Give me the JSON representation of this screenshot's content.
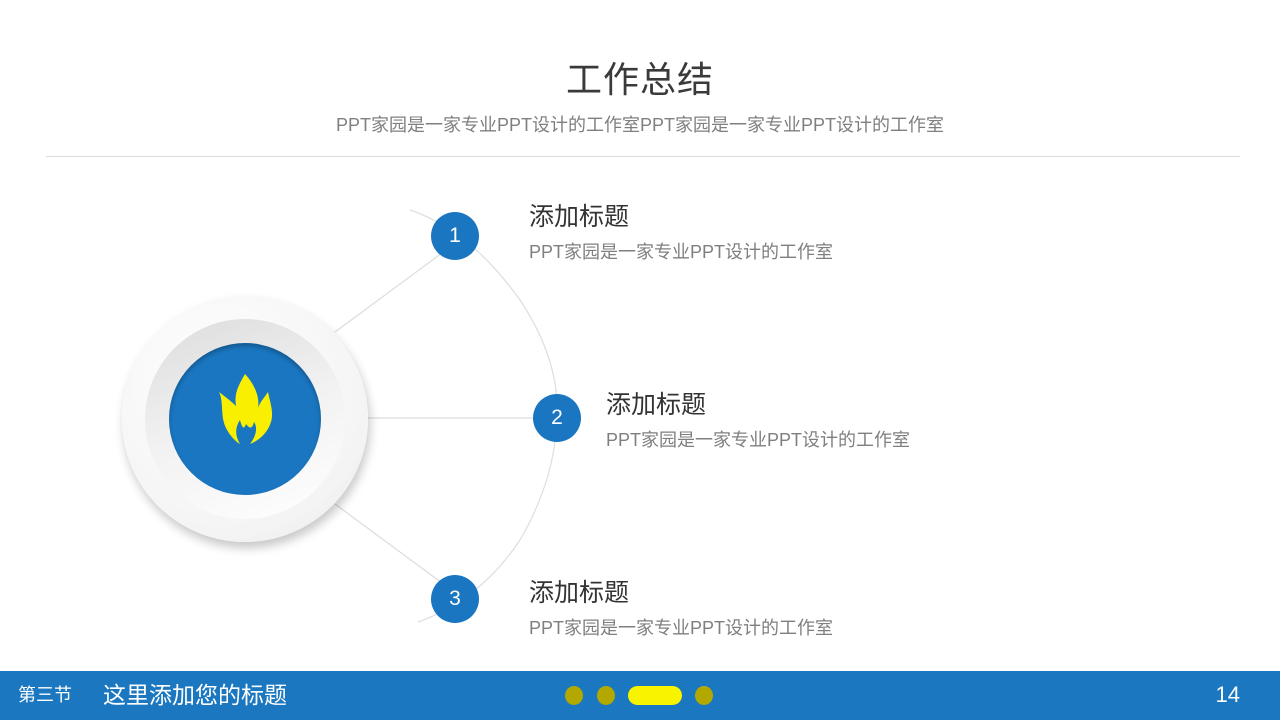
{
  "slide": {
    "title": "工作总结",
    "subtitle": "PPT家园是一家专业PPT设计的工作室PPT家园是一家专业PPT设计的工作室"
  },
  "hub": {
    "icon": "flame-icon",
    "ring_color": "#f2f2f2",
    "fill_color": "#1a76c0",
    "icon_color": "#f8f000"
  },
  "items": [
    {
      "number": "1",
      "title": "添加标题",
      "desc": "PPT家园是一家专业PPT设计的工作室"
    },
    {
      "number": "2",
      "title": "添加标题",
      "desc": "PPT家园是一家专业PPT设计的工作室"
    },
    {
      "number": "3",
      "title": "添加标题",
      "desc": "PPT家园是一家专业PPT设计的工作室"
    }
  ],
  "footer": {
    "section_label": "第三节",
    "title": "这里添加您的标题",
    "page_number": "14",
    "background": "#1a77c0",
    "nav_dots": [
      {
        "state": "inactive",
        "color": "#b3a800"
      },
      {
        "state": "inactive",
        "color": "#b3a800"
      },
      {
        "state": "active",
        "color": "#f8f400"
      },
      {
        "state": "inactive",
        "color": "#b3a800"
      }
    ]
  },
  "colors": {
    "accent_blue": "#1a76c0",
    "accent_yellow": "#f8f000",
    "title_text": "#333333",
    "body_text": "#7f7f7f"
  }
}
